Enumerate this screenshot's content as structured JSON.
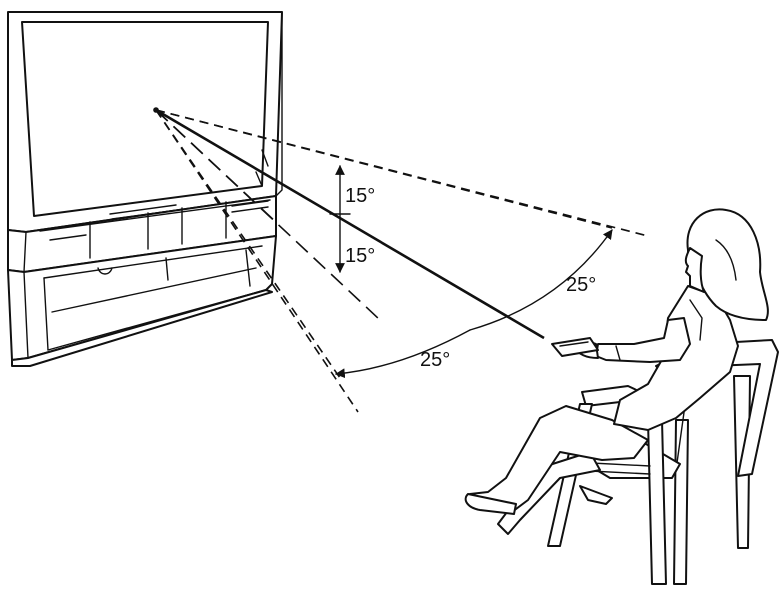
{
  "diagram": {
    "labels": {
      "vertical_up": "15°",
      "vertical_down": "15°",
      "horizontal_right": "25°",
      "horizontal_left": "25°"
    },
    "colors": {
      "line": "#111111",
      "background": "#ffffff"
    }
  }
}
